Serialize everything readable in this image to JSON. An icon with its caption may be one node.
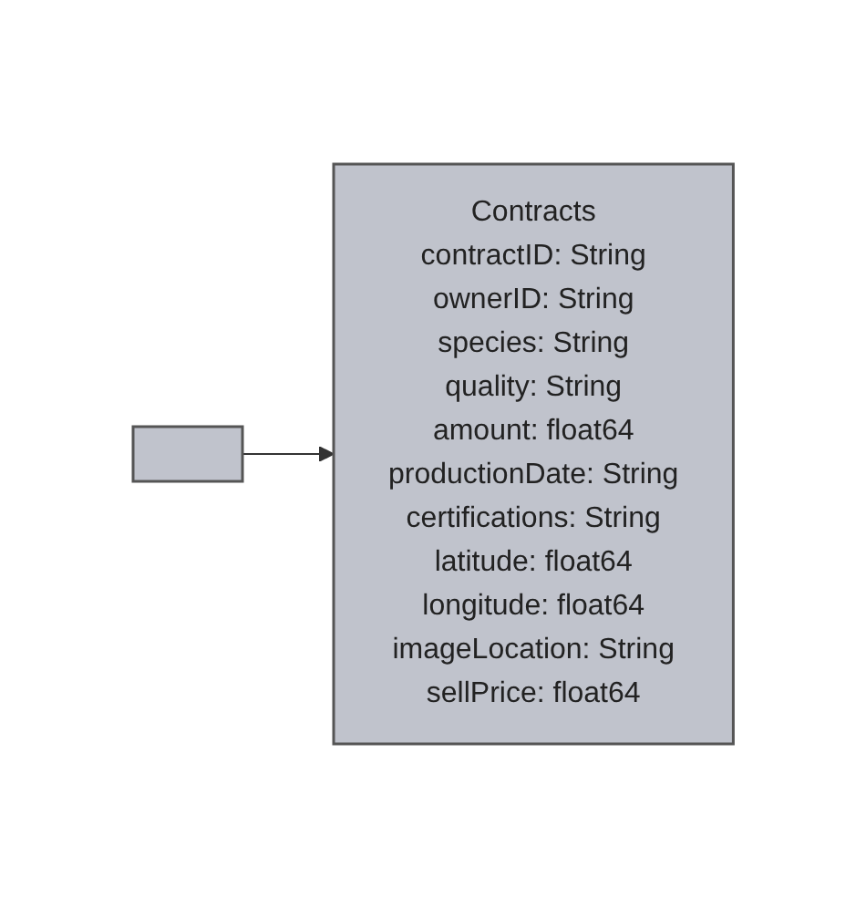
{
  "diagram": {
    "nodes": [
      {
        "text": [],
        "shape": "box"
      },
      {
        "text": [
          "Contracts",
          "contractID: String",
          "ownerID: String",
          "species: String",
          "quality: String",
          "amount: float64",
          "productionDate: String",
          "certifications: String",
          "latitude: float64",
          "longitude: float64",
          "imageLocation: String",
          "sellPrice: float64"
        ]
      }
    ],
    "edges": [
      {
        "from": 0,
        "to": 1,
        "arrow": "to"
      }
    ]
  }
}
